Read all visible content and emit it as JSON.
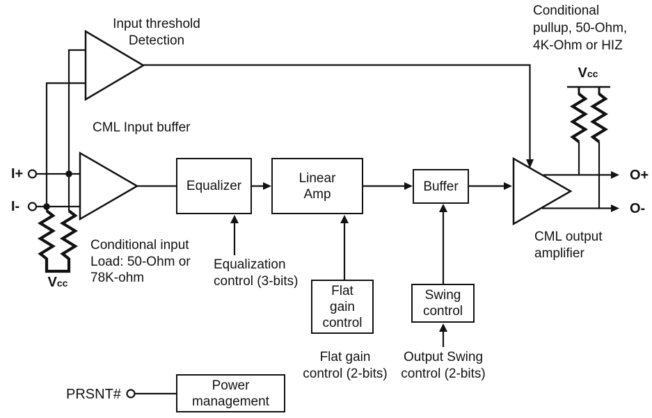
{
  "diagram": {
    "annotations": {
      "input_threshold": "Input threshold\nDetection",
      "cml_input_buffer": "CML Input buffer",
      "conditional_input": "Conditional input\nLoad: 50-Ohm or\n78K-ohm",
      "equalization_control": "Equalization\ncontrol (3-bits)",
      "flat_gain_bits": "Flat gain\ncontrol (2-bits)",
      "output_swing_bits": "Output Swing\ncontrol (2-bits)",
      "conditional_pullup": "Conditional\npullup, 50-Ohm,\n4K-Ohm or HIZ",
      "cml_output_amplifier": "CML output\namplifier",
      "vcc_v": "V",
      "vcc_cc": "cc"
    },
    "blocks": {
      "equalizer": "Equalizer",
      "linear_amp": "Linear\nAmp",
      "buffer": "Buffer",
      "flat_gain": "Flat\ngain\ncontrol",
      "swing": "Swing\ncontrol",
      "power_management": "Power\nmanagement"
    },
    "ports": {
      "i_plus": "I+",
      "i_minus": "I-",
      "o_plus": "O+",
      "o_minus": "O-",
      "prsnt": "PRSNT#"
    },
    "colors": {
      "line": "#111111",
      "background": "#ffffff"
    }
  }
}
